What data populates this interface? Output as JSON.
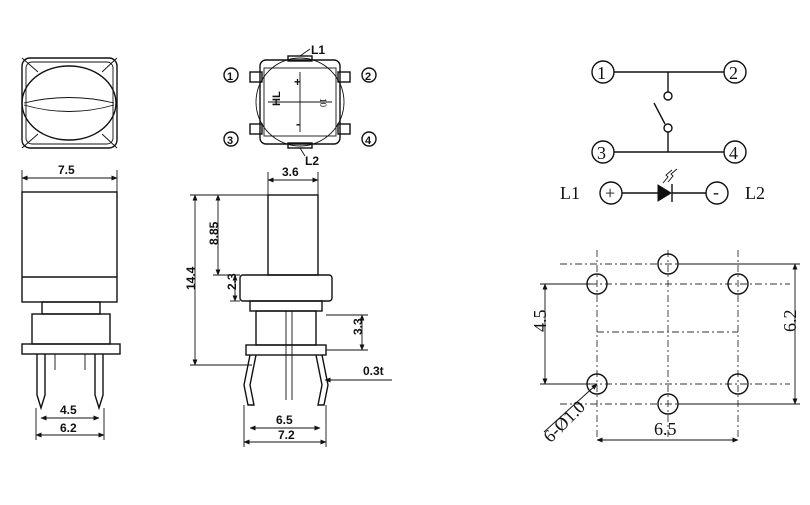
{
  "views": {
    "front": {
      "width_label": "7.5",
      "pin_span_label": "4.5",
      "body_width_label": "6.2"
    },
    "top": {
      "led_labels": [
        "L1",
        "L2"
      ],
      "pin_numbers": [
        "1",
        "2",
        "3",
        "4"
      ],
      "polarity": [
        "+",
        "-"
      ],
      "marking_logo": "HL",
      "marking_code": "10"
    },
    "side": {
      "cap_width_label": "3.6",
      "cap_height_label": "8.85",
      "total_height_label": "14.4",
      "flange_label": "2.3",
      "base_height_label": "3.3",
      "thickness_label": "0.3t",
      "pin_span_label": "6.5",
      "body_width_label": "7.2"
    },
    "schematic": {
      "pins": [
        "1",
        "2",
        "3",
        "4"
      ],
      "led_left": "L1",
      "led_right": "L2",
      "plus": "+",
      "minus": "-"
    },
    "footprint": {
      "vertical_label": "4.5",
      "right_label": "6.2",
      "bottom_label": "6.5",
      "hole_label": "6-Ø1.0"
    }
  }
}
